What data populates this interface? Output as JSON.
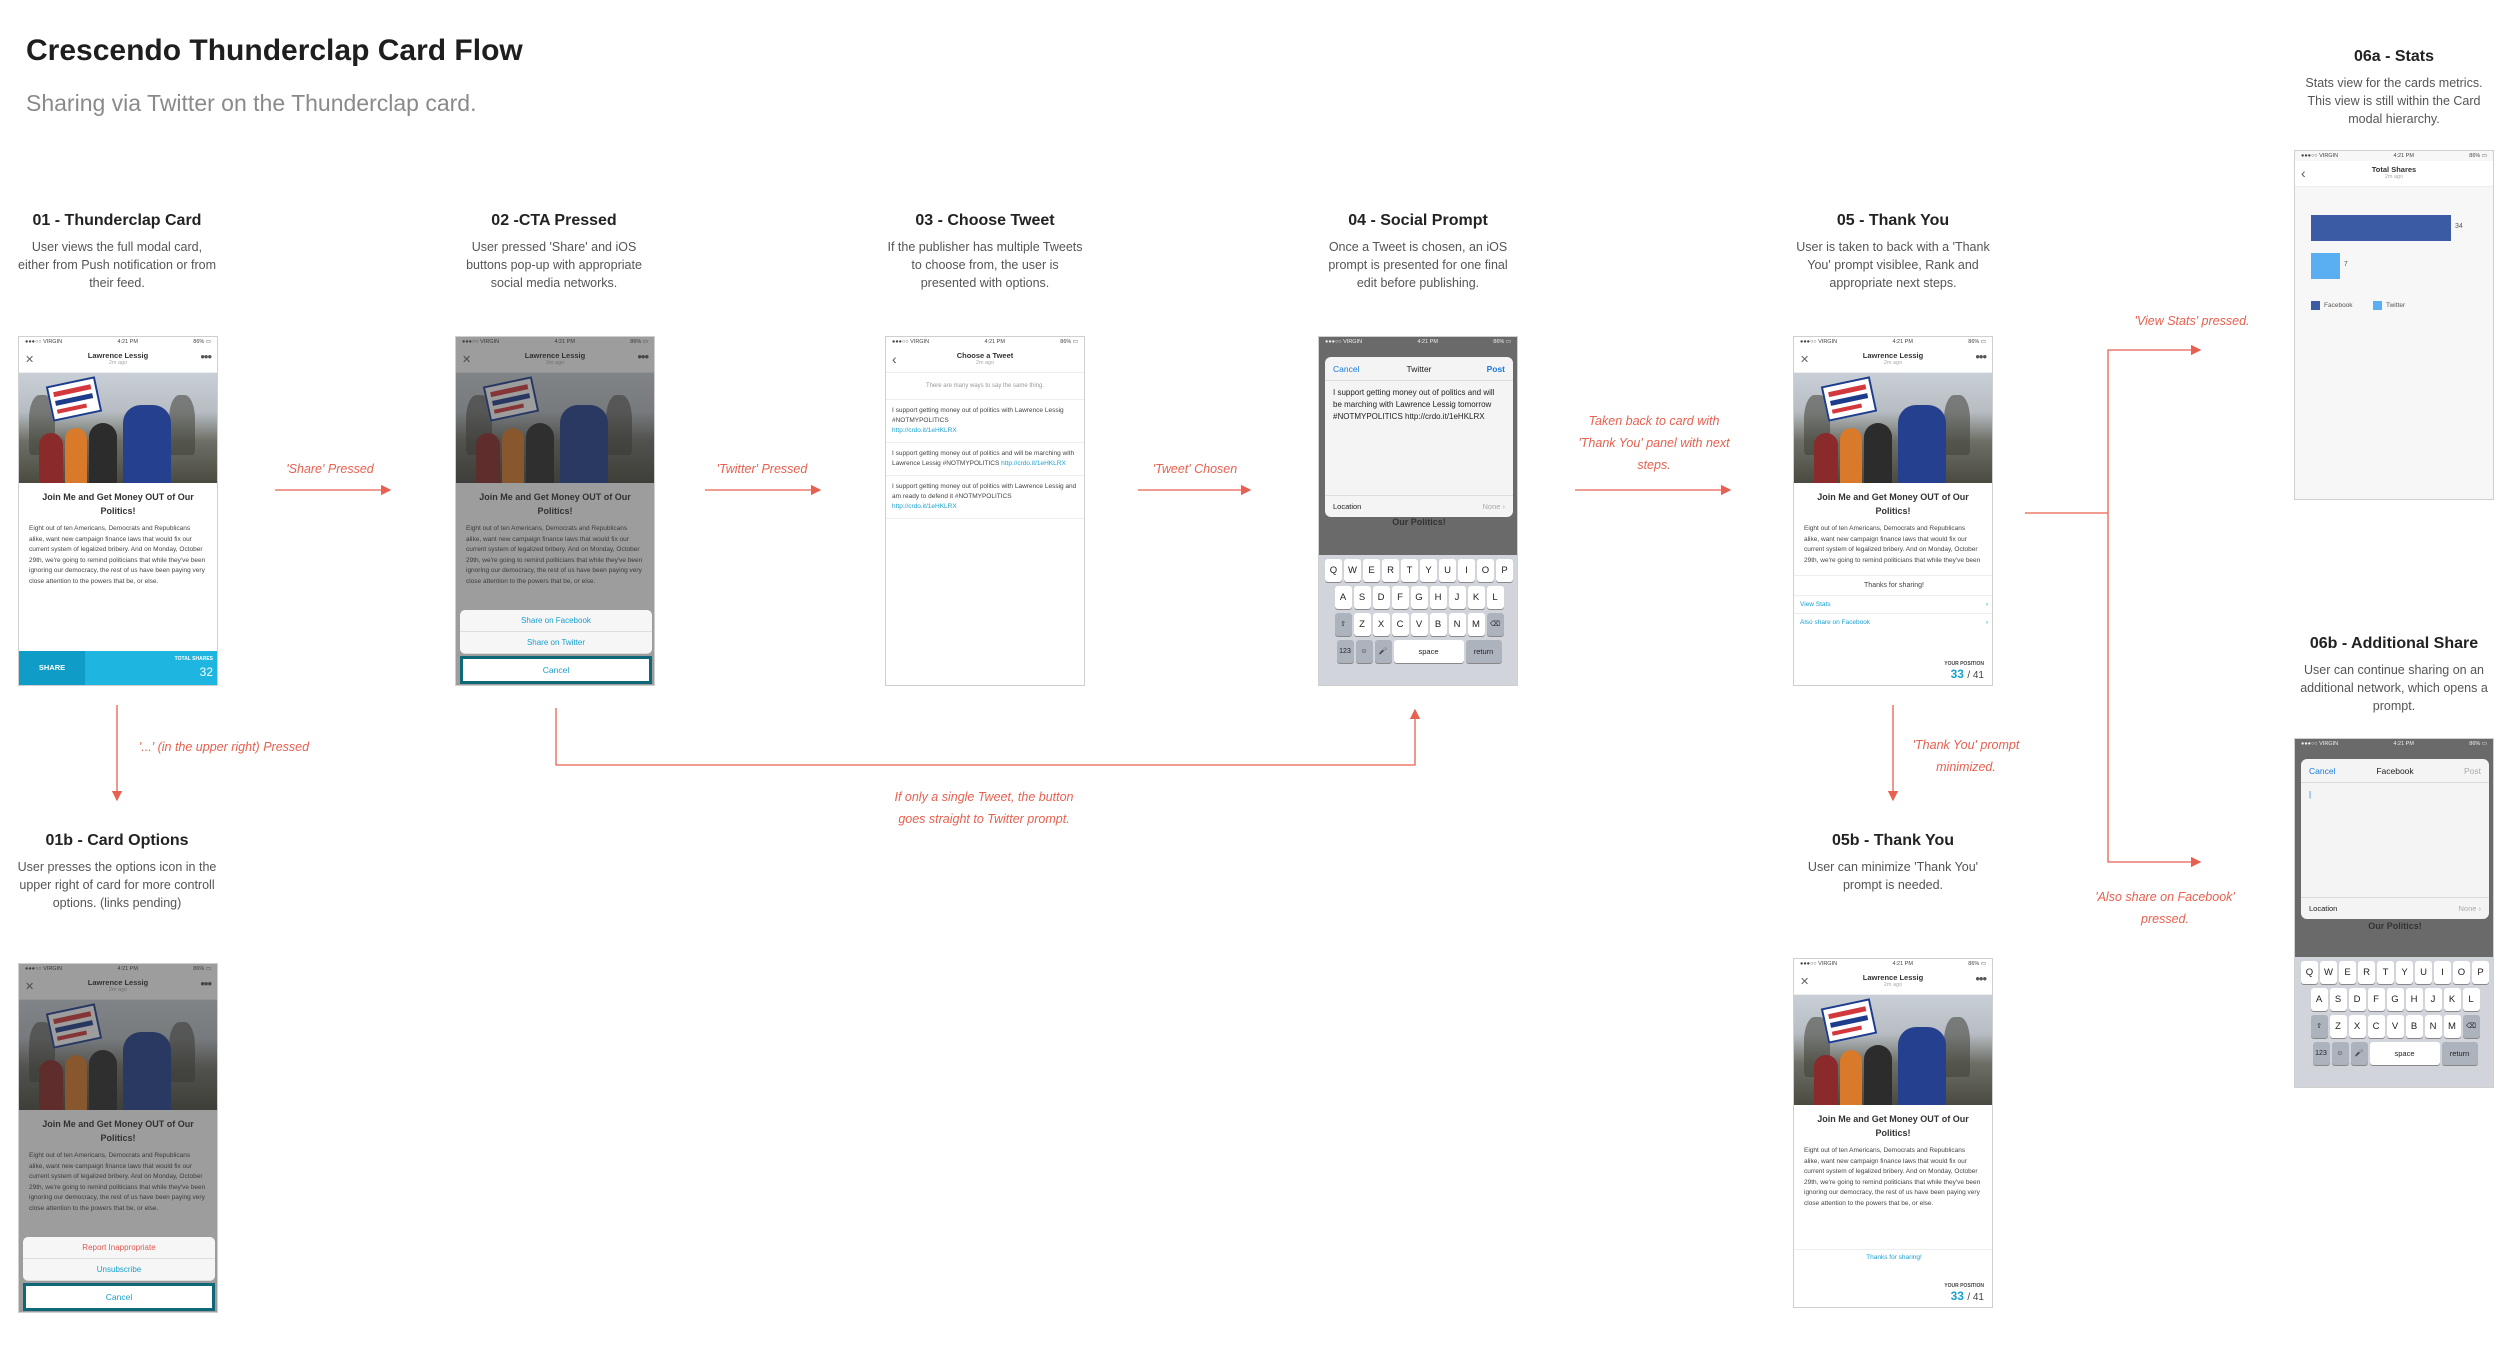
{
  "header": {
    "title": "Crescendo Thunderclap Card Flow",
    "subtitle": "Sharing via Twitter on the Thunderclap card."
  },
  "steps": {
    "s01": {
      "title": "01 - Thunderclap Card",
      "desc": "User views the full modal card, either from Push notification or from their feed."
    },
    "s02": {
      "title": "02 -CTA Pressed",
      "desc": "User pressed 'Share' and iOS buttons pop-up with appropriate social media networks."
    },
    "s03": {
      "title": "03 - Choose Tweet",
      "desc": "If the publisher has multiple Tweets to choose from, the user is presented with options."
    },
    "s04": {
      "title": "04 - Social Prompt",
      "desc": "Once a Tweet is chosen, an iOS prompt is presented for one final edit before publishing."
    },
    "s05": {
      "title": "05 - Thank You",
      "desc": "User is taken to back with a 'Thank You' prompt visiblee, Rank and appropriate next steps."
    },
    "s01b": {
      "title": "01b - Card Options",
      "desc": "User presses the options icon in the upper right of card for more controll options. (links pending)"
    },
    "s05b": {
      "title": "05b - Thank You",
      "desc": "User can minimize 'Thank You' prompt is needed."
    },
    "s06a": {
      "title": "06a - Stats",
      "desc": "Stats view for the cards metrics. This view is still within the Card modal hierarchy."
    },
    "s06b": {
      "title": "06b - Additional Share",
      "desc": "User can continue sharing on an additional network, which opens a prompt."
    }
  },
  "notes": {
    "share_pressed": "'Share' Pressed",
    "twitter_pressed": "'Twitter' Pressed",
    "tweet_chosen": "'Tweet' Chosen",
    "taken_back": "Taken back to card with 'Thank You' panel with next steps.",
    "view_stats": "'View Stats' pressed.",
    "also_share": "'Also share on Facebook' pressed.",
    "options_pressed": "'...' (in the upper right) Pressed",
    "single_tweet": "If only a single Tweet, the button goes straight to Twitter prompt.",
    "minimized": "'Thank You' prompt minimized."
  },
  "phone": {
    "carrier": "●●●○○ VIRGIN ",
    "time": "4:21 PM",
    "battery": "86% ▭",
    "author": "Lawrence Lessig",
    "ago": "2m ago",
    "headline": "Join Me and Get Money OUT of Our Politics!",
    "body": "Eight out of ten Americans, Democrats and Republicans alike, want new campaign finance laws that would fix our current system of legalized bribery.  And on Monday, October 29th, we're going to remind politicians that while they've been ignoring our democracy, the rest of us have been paying very close attention to the powers that be, or else.",
    "share_btn": "SHARE",
    "total_shares_label": "TOTAL SHARES",
    "total_shares": "32"
  },
  "share_sheet": {
    "facebook": "Share on Facebook",
    "twitter": "Share on Twitter",
    "cancel": "Cancel"
  },
  "options_sheet": {
    "report": "Report Inappropriate",
    "unsubscribe": "Unsubscribe",
    "cancel": "Cancel"
  },
  "choose": {
    "title": "Choose a Tweet",
    "hint": "There are many ways to say the same thing.",
    "tweets": [
      {
        "text": "I support getting money out of politics with Lawrence Lessig #NOTMYPOLITICS",
        "link": "http://crdo.it/1eHKLRX"
      },
      {
        "text": "I support getting money out of politics and will be marching with Lawrence Lessig #NOTMYPOLITICS",
        "link": "http://crdo.it/1eHKLRX"
      },
      {
        "text": "I support getting money out of politics with Lawrence Lessig and am ready to defend it #NOTMYPOLITICS",
        "link": "http://crdo.it/1eHKLRX"
      }
    ]
  },
  "twitter_prompt": {
    "cancel": "Cancel",
    "title": "Twitter",
    "post": "Post",
    "text": "I support getting money out of politics and will be marching with Lawrence Lessig tomorrow #NOTMYPOLITICS http://crdo.it/1eHKLRX",
    "location": "Location",
    "none": "None ›"
  },
  "facebook_prompt": {
    "cancel": "Cancel",
    "title": "Facebook",
    "post": "Post",
    "location": "Location",
    "none": "None ›"
  },
  "keyboard": {
    "row1": [
      "Q",
      "W",
      "E",
      "R",
      "T",
      "Y",
      "U",
      "I",
      "O",
      "P"
    ],
    "row2": [
      "A",
      "S",
      "D",
      "F",
      "G",
      "H",
      "J",
      "K",
      "L"
    ],
    "row3": [
      "Z",
      "X",
      "C",
      "V",
      "B",
      "N",
      "M"
    ],
    "num": "123",
    "space": "space",
    "return": "return"
  },
  "thank_you": {
    "thanks": "Thanks for sharing!",
    "view_stats": "View Stats",
    "also_share": "Also share on Facebook",
    "position_label": "YOUR POSITION",
    "position": "33",
    "position_total": "/ 41"
  },
  "stats": {
    "title": "Total Shares",
    "ago": "2m ago",
    "facebook_value": "34",
    "twitter_value": "7",
    "legend_facebook": "Facebook",
    "legend_twitter": "Twitter",
    "colors": {
      "facebook": "#3b5ba5",
      "twitter": "#5aaef2"
    }
  },
  "colors": {
    "accent": "#1eb6e0",
    "arrow": "#e8604f",
    "cancel_border": "#0f6877"
  }
}
